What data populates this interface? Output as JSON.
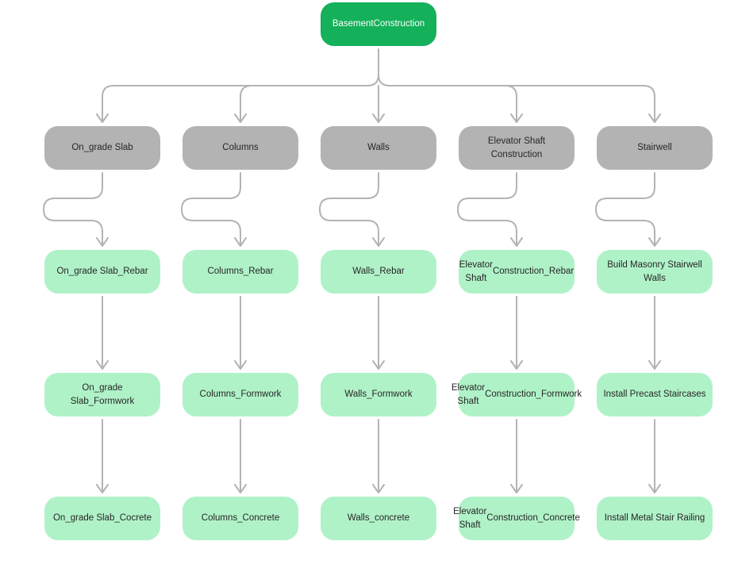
{
  "colors": {
    "root_fill": "#14b05a",
    "category_fill": "#b3b3b3",
    "task_fill": "#b0f2c8",
    "connector": "#b3b3b3"
  },
  "root": {
    "label": "Basement\nConstruction"
  },
  "columns": [
    {
      "category": "On_grade Slab",
      "tasks": [
        "On_grade Slab_Rebar",
        "On_grade Slab_Formwork",
        "On_grade Slab_Cocrete"
      ]
    },
    {
      "category": "Columns",
      "tasks": [
        "Columns_Rebar",
        "Columns_Formwork",
        "Columns_Concrete"
      ]
    },
    {
      "category": "Walls",
      "tasks": [
        "Walls_Rebar",
        "Walls_Formwork",
        "Walls_concrete"
      ]
    },
    {
      "category": "Elevator Shaft Construction",
      "tasks": [
        "Elevator Shaft\nConstruction_Rebar",
        "Elevator Shaft\nConstruction_Formwork",
        "Elevator Shaft\nConstruction_Concrete"
      ]
    },
    {
      "category": "Stairwell",
      "tasks": [
        "Build Masonry Stairwell Walls",
        "Install Precast Staircases",
        "Install Metal Stair Railing"
      ]
    }
  ]
}
